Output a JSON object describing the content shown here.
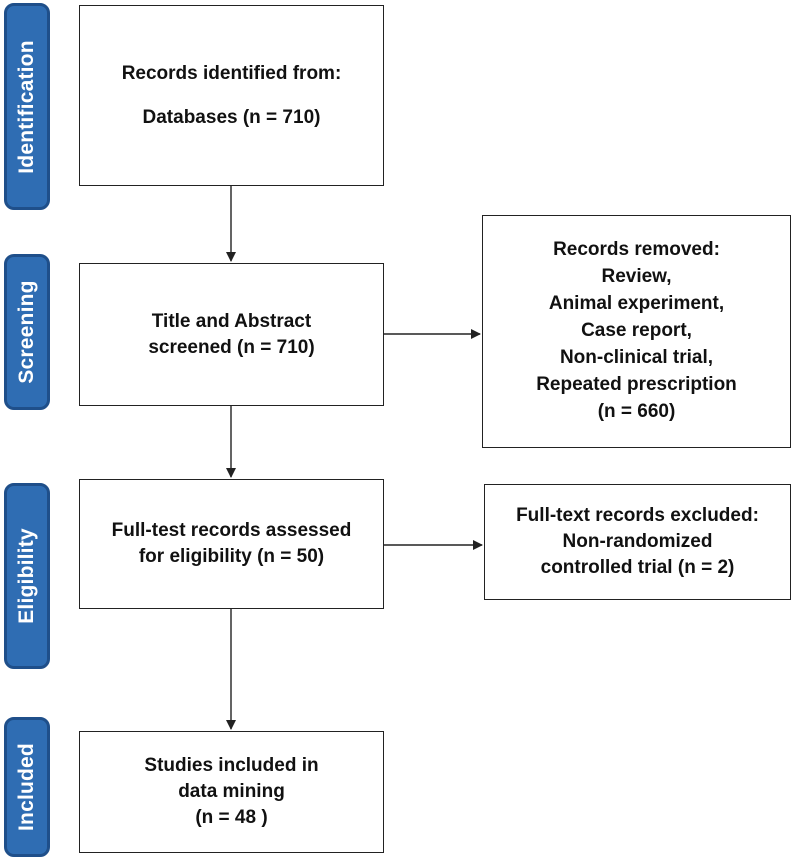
{
  "stages": {
    "identification": "Identification",
    "screening": "Screening",
    "eligibility": "Eligibility",
    "included": "Included"
  },
  "boxes": {
    "identified": {
      "heading": "Records identified from:",
      "detail": "Databases (n = 710)"
    },
    "screened": {
      "line1": "Title and Abstract",
      "line2": "screened (n = 710)"
    },
    "removed": {
      "heading": "Records removed:",
      "reasons": [
        "Review,",
        "Animal experiment,",
        "Case report,",
        "Non-clinical trial,",
        "Repeated prescription"
      ],
      "count": "(n = 660)"
    },
    "assessed": {
      "line1": "Full-test records assessed",
      "line2": "for eligibility (n = 50)"
    },
    "excluded": {
      "heading": "Full-text records excluded:",
      "line2": "Non-randomized",
      "line3": "controlled trial (n = 2)"
    },
    "included": {
      "line1": "Studies included in",
      "line2": "data mining",
      "count": "(n = 48 )"
    }
  },
  "colors": {
    "stage_fill": "#2f6db3",
    "stage_border": "#1f4f8a",
    "box_border": "#222222",
    "arrow": "#222222"
  }
}
